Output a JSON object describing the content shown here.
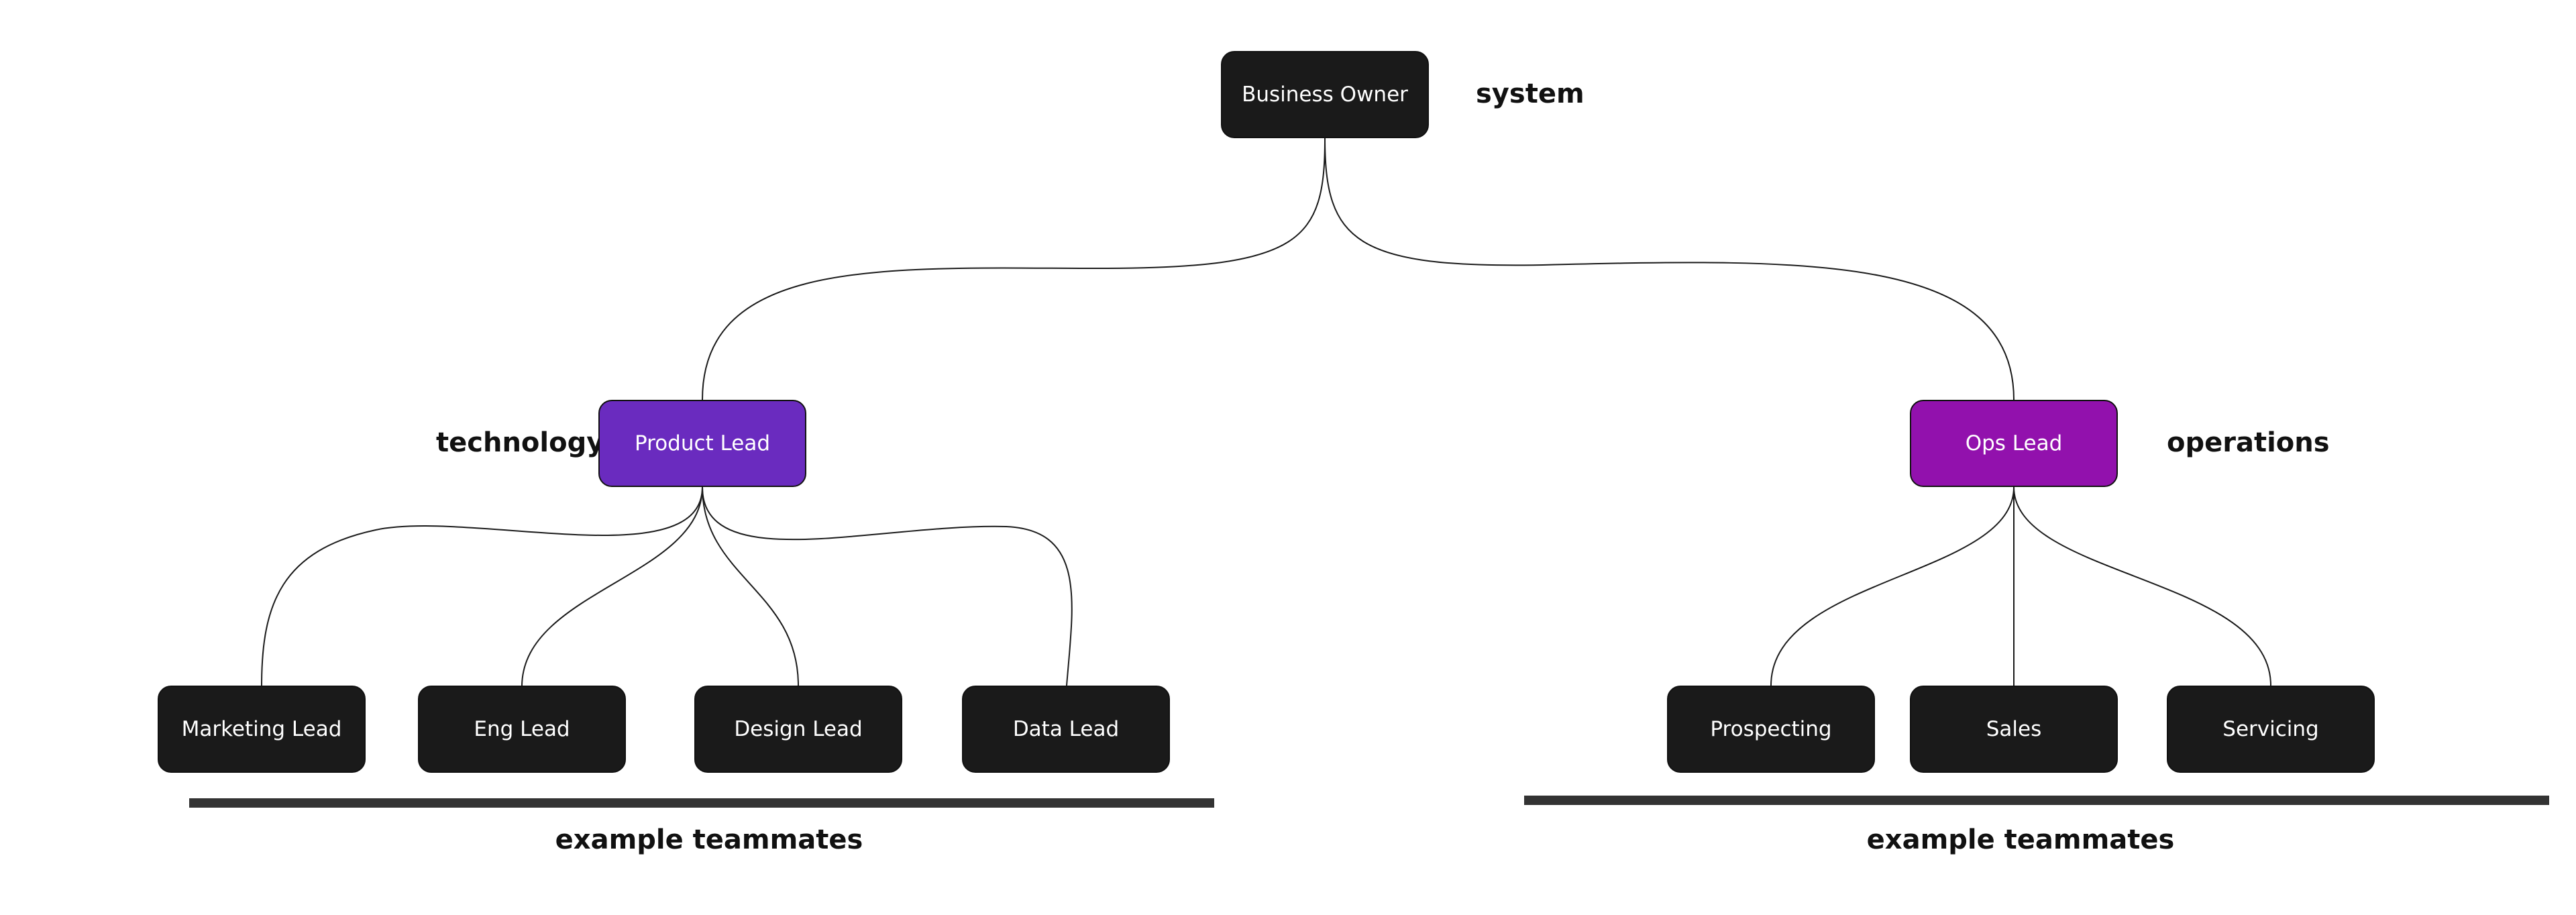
{
  "diagram": {
    "root": {
      "label": "Business Owner",
      "color": "#1a1a1a"
    },
    "labels": {
      "system": "system",
      "technology": "technology",
      "operations": "operations"
    },
    "technology": {
      "lead": {
        "label": "Product Lead",
        "color": "#6a2bbf"
      },
      "teammates": [
        {
          "label": "Marketing Lead"
        },
        {
          "label": "Eng Lead"
        },
        {
          "label": "Design Lead"
        },
        {
          "label": "Data Lead"
        }
      ],
      "caption": "example teammates"
    },
    "operations": {
      "lead": {
        "label": "Ops Lead",
        "color": "#9211ad"
      },
      "teammates": [
        {
          "label": "Prospecting"
        },
        {
          "label": "Sales"
        },
        {
          "label": "Servicing"
        }
      ],
      "caption": "example teammates"
    },
    "node_color": "#1a1a1a"
  }
}
